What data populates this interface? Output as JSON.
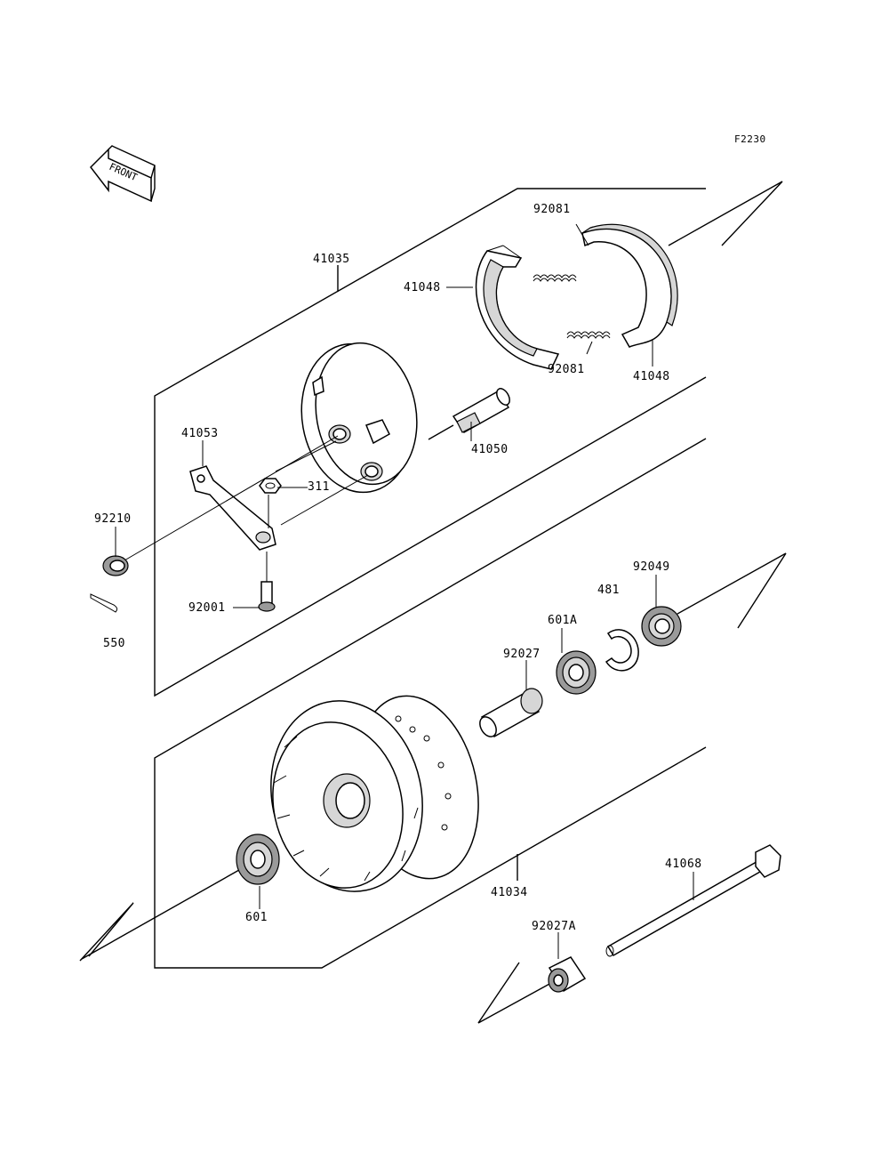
{
  "figure_code": "F2230",
  "front_label": "FRONT",
  "parts": {
    "p41035": "41035",
    "p41048_left": "41048",
    "p41048_right": "41048",
    "p92081_top": "92081",
    "p92081_bottom": "92081",
    "p41050": "41050",
    "p41053": "41053",
    "p311": "311",
    "p92210": "92210",
    "p92001": "92001",
    "p550": "550",
    "p92049": "92049",
    "p481": "481",
    "p601A": "601A",
    "p92027": "92027",
    "p41034": "41034",
    "p601": "601",
    "p41068": "41068",
    "p92027A": "92027A"
  }
}
